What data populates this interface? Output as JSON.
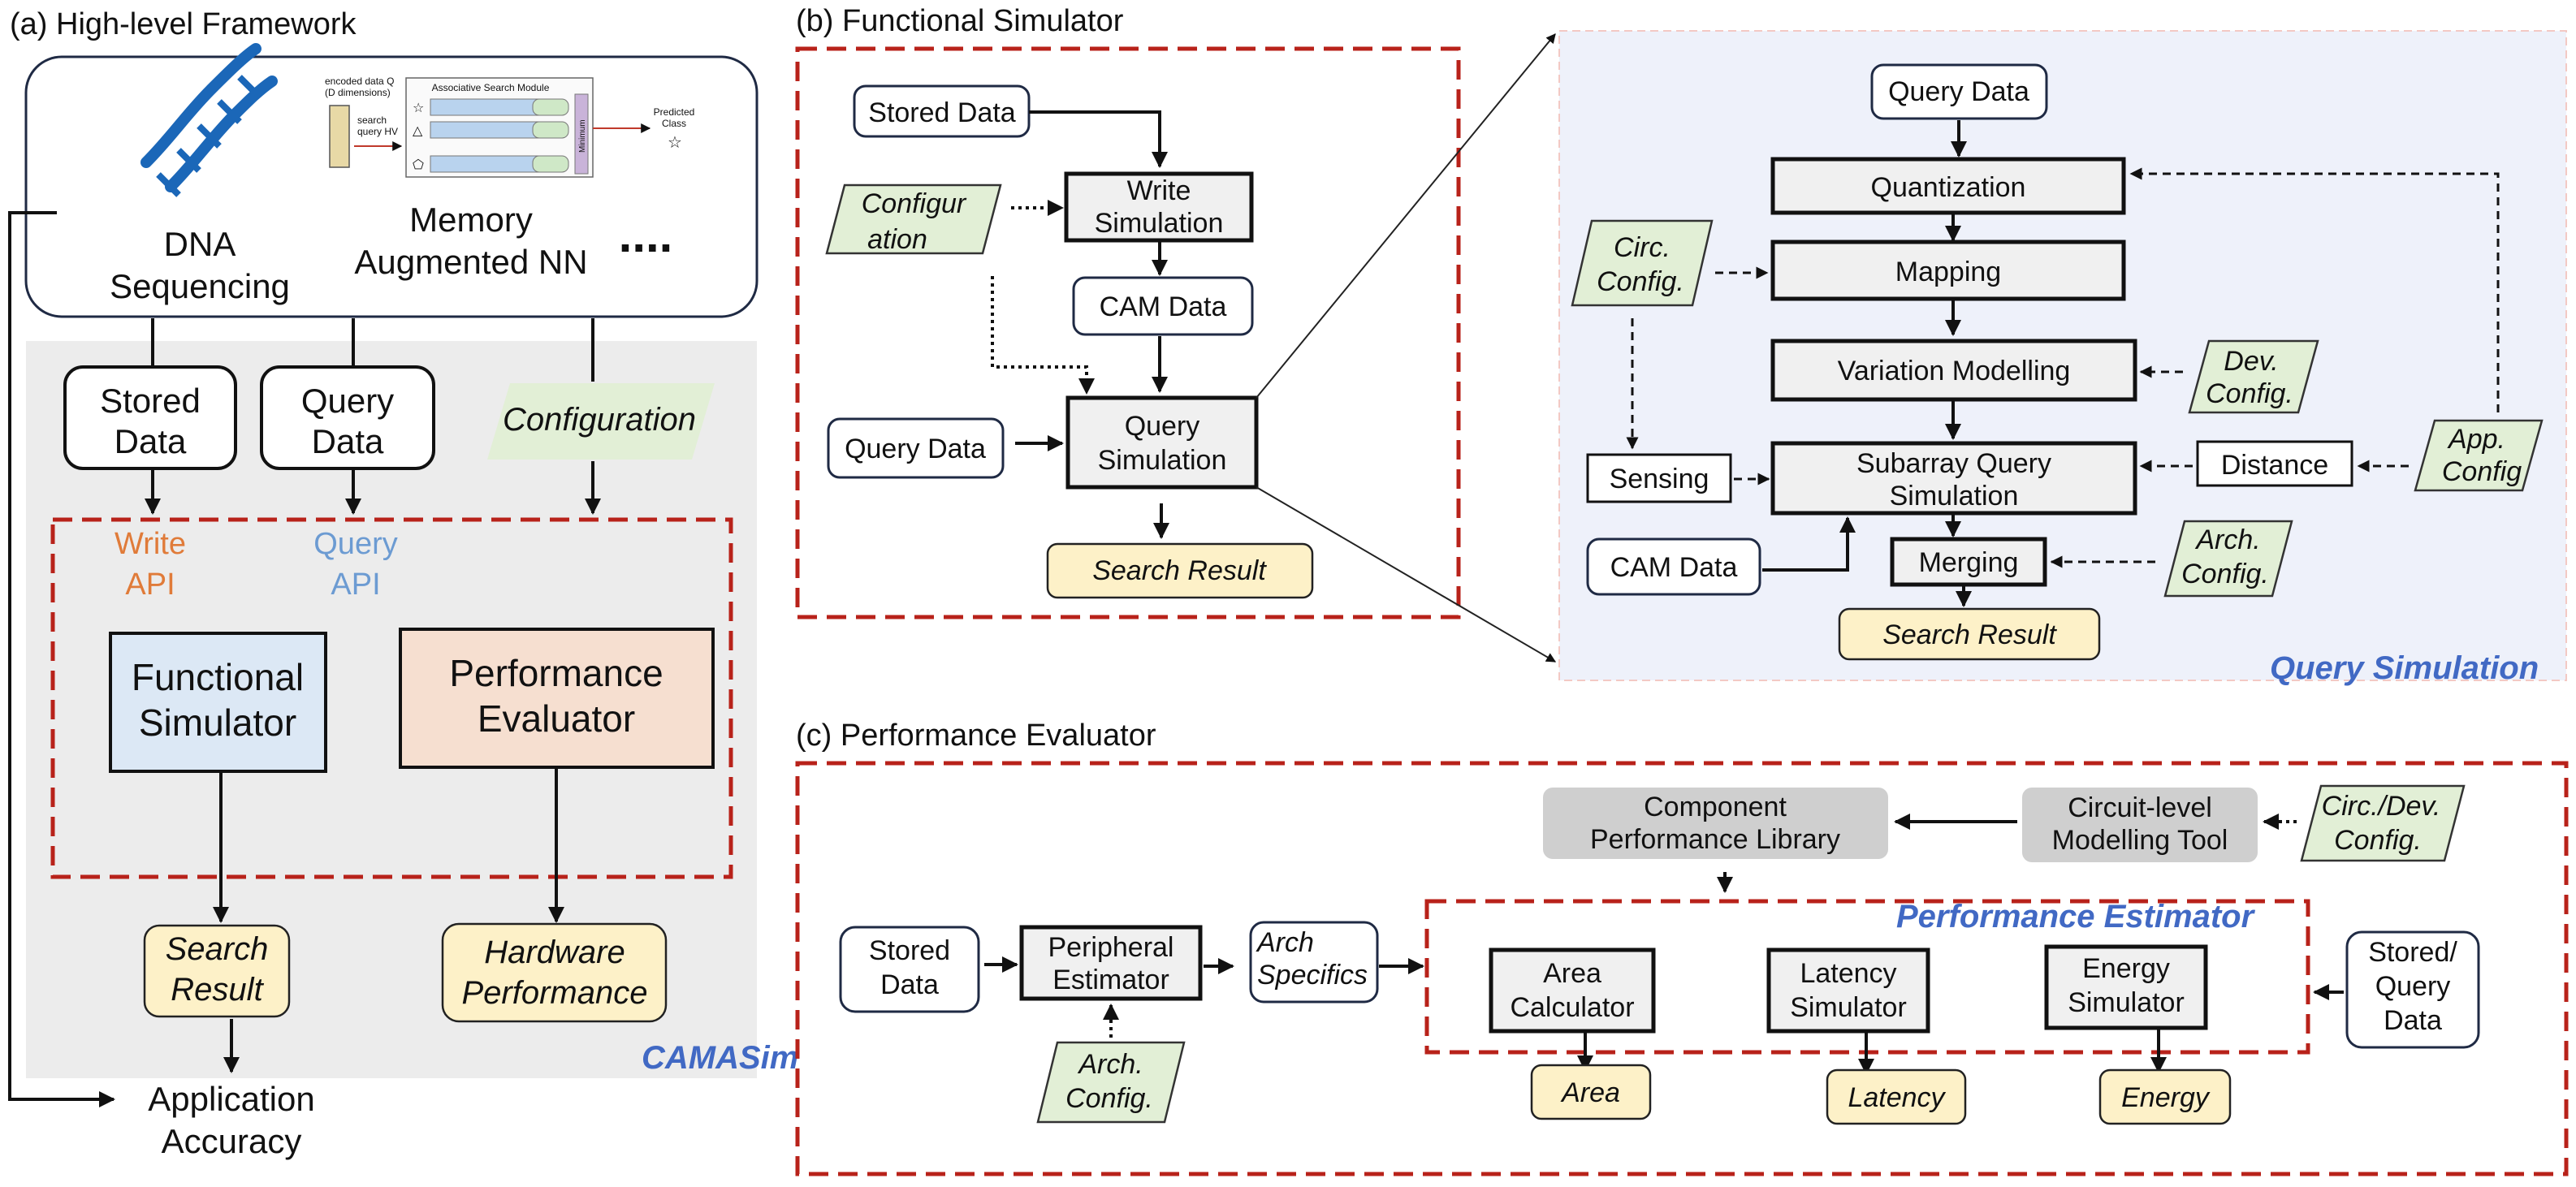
{
  "titles": {
    "a": "(a) High-level Framework",
    "b": "(b) Functional Simulator",
    "c": "(c) Performance Evaluator"
  },
  "panel_a": {
    "dna_label": [
      "DNA",
      "Sequencing"
    ],
    "mann_label": [
      "Memory",
      "Augmented NN"
    ],
    "ellipsis": "....",
    "inset": {
      "left_text": [
        "encoded data Q",
        "(D dimensions)"
      ],
      "search_label": [
        "search",
        "query HV"
      ],
      "module_title": "Associative Search Module",
      "predicted": [
        "Predicted",
        "Class"
      ],
      "min_label": "Minimum"
    },
    "stored_data": [
      "Stored",
      "Data"
    ],
    "query_data": [
      "Query",
      "Data"
    ],
    "configuration": "Configuration",
    "write_api": [
      "Write",
      "API"
    ],
    "query_api": [
      "Query",
      "API"
    ],
    "functional_simulator": [
      "Functional",
      "Simulator"
    ],
    "performance_evaluator": [
      "Performance",
      "Evaluator"
    ],
    "search_result": [
      "Search",
      "Result"
    ],
    "hardware_performance": [
      "Hardware",
      "Performance"
    ],
    "app_accuracy": [
      "Application",
      "Accuracy"
    ],
    "camasim": "CAMASim"
  },
  "panel_b": {
    "stored_data": "Stored Data",
    "configuration": [
      "Configur",
      "ation"
    ],
    "write_sim": [
      "Write",
      "Simulation"
    ],
    "cam_data": "CAM Data",
    "query_data": "Query Data",
    "query_sim": [
      "Query",
      "Simulation"
    ],
    "search_result": "Search Result"
  },
  "query_sim": {
    "query_data": "Query Data",
    "quantization": "Quantization",
    "mapping": "Mapping",
    "variation": "Variation Modelling",
    "subarray": [
      "Subarray Query",
      "Simulation"
    ],
    "sensing": "Sensing",
    "distance": "Distance",
    "cam_data": "CAM Data",
    "merging": "Merging",
    "search_result": "Search Result",
    "circ_config": [
      "Circ.",
      "Config."
    ],
    "dev_config": [
      "Dev.",
      "Config."
    ],
    "app_config": [
      "App.",
      "Config"
    ],
    "arch_config": [
      "Arch.",
      "Config."
    ],
    "label": "Query Simulation"
  },
  "panel_c": {
    "component_lib": [
      "Component",
      "Performance Library"
    ],
    "circuit_tool": [
      "Circuit-level",
      "Modelling Tool"
    ],
    "circ_dev_config": [
      "Circ./Dev.",
      "Config."
    ],
    "estimator_label": "Performance Estimator",
    "stored_data": [
      "Stored",
      "Data"
    ],
    "peripheral": [
      "Peripheral",
      "Estimator"
    ],
    "arch_specifics": [
      "Arch",
      "Specifics"
    ],
    "arch_config": [
      "Arch.",
      "Config."
    ],
    "area_calc": [
      "Area",
      "Calculator"
    ],
    "latency_sim": [
      "Latency",
      "Simulator"
    ],
    "energy_sim": [
      "Energy",
      "Simulator"
    ],
    "stored_query": [
      "Stored/",
      "Query",
      "Data"
    ],
    "area": "Area",
    "latency": "Latency",
    "energy": "Energy"
  },
  "colors": {
    "red_dash": "#b8221a",
    "blue_label": "#4169c4",
    "write_api": "#e07b39",
    "query_api": "#6c9bd2",
    "result_fill": "#fdf1c8",
    "config_fill": "#e2efd6",
    "func_sim_fill": "#dce8f5",
    "perf_eval_fill": "#f6dfd0",
    "query_panel_fill": "#eef1fa",
    "camasim_panel_fill": "#ececec",
    "dna_blue": "#1b67b8"
  }
}
